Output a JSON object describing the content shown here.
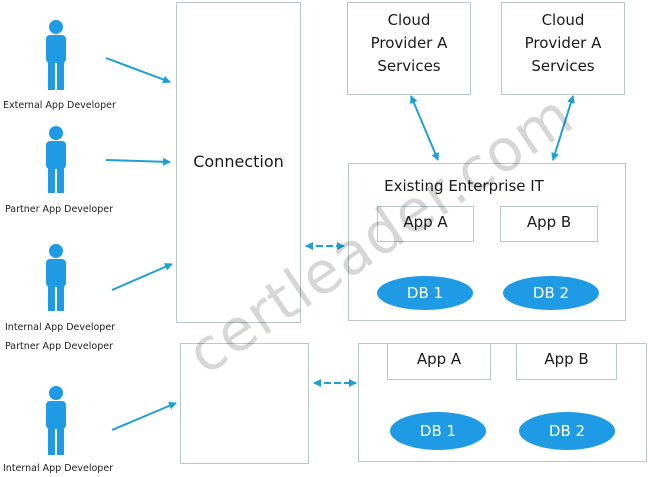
{
  "actors": [
    {
      "label": "External App Developer"
    },
    {
      "label": "Partner App Developer"
    },
    {
      "label": "Internal App Developer"
    },
    {
      "label": "Partner App Developer"
    },
    {
      "label": "Internal App Developer"
    }
  ],
  "connection": {
    "label": "Connection"
  },
  "cloud_services": [
    {
      "label": "Cloud Provider A Services"
    },
    {
      "label": "Cloud Provider A Services"
    }
  ],
  "enterprise": {
    "title": "Existing Enterprise IT",
    "apps": [
      {
        "label": "App A"
      },
      {
        "label": "App B"
      }
    ],
    "dbs": [
      {
        "label": "DB 1"
      },
      {
        "label": "DB 2"
      }
    ]
  },
  "lower": {
    "apps": [
      {
        "label": "App A"
      },
      {
        "label": "App B"
      }
    ],
    "dbs": [
      {
        "label": "DB 1"
      },
      {
        "label": "DB 2"
      }
    ]
  },
  "watermark": "certleader.com",
  "colors": {
    "arrow": "#1fa0d4",
    "db_fill": "#1e9be4",
    "box_border": "#b9c8c8",
    "person": "#1e9be4"
  }
}
